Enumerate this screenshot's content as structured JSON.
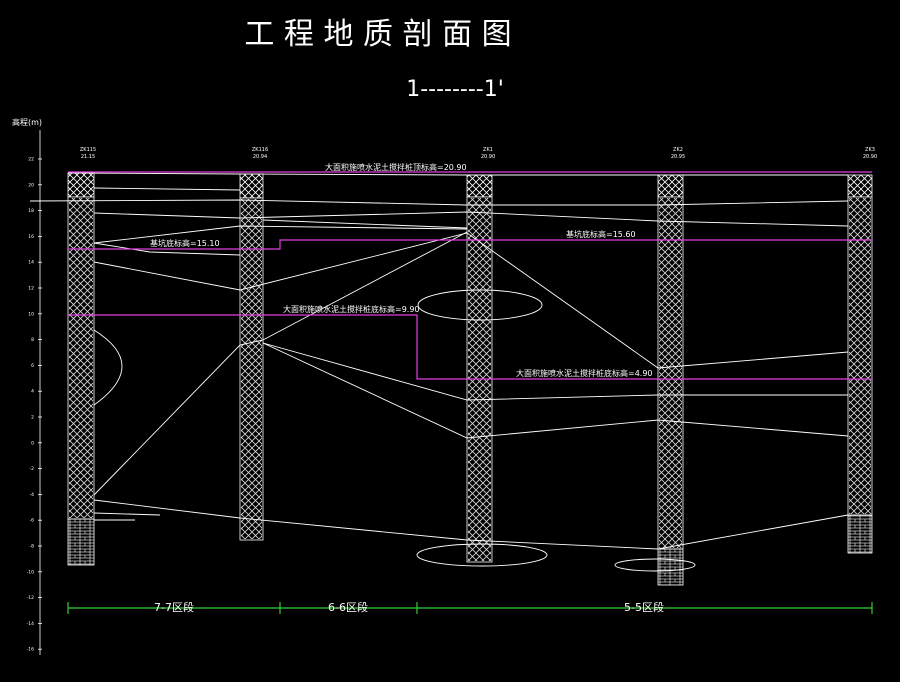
{
  "title": "工  程  地  质  剖  面  图",
  "section_label": "1--------1'",
  "axis_label": "高程(m)",
  "elevation_ticks": [
    "22",
    "20",
    "18",
    "16",
    "14",
    "12",
    "10",
    "8",
    "6",
    "4",
    "2",
    "0",
    "-2",
    "-4",
    "-6",
    "-8",
    "-10",
    "-12",
    "-14",
    "-16"
  ],
  "boreholes": [
    {
      "id": "ZK115",
      "elev": "21.15"
    },
    {
      "id": "ZK116",
      "elev": "20.94"
    },
    {
      "id": "ZK1",
      "elev": "20.90"
    },
    {
      "id": "ZK2",
      "elev": "20.95"
    },
    {
      "id": "ZK3",
      "elev": "20.90"
    }
  ],
  "annotations": {
    "top_elev": "大面积施喷水泥土搅拌桩顶标高=20.90",
    "base_left": "基坑底标高=15.10",
    "base_right": "基坑底标高=15.60",
    "pile_bottom_left": "大面积施喷水泥土搅拌桩底标高=9.90",
    "pile_bottom_right": "大面积施喷水泥土搅拌桩底标高=4.90"
  },
  "zones": [
    "7-7区段",
    "6-6区段",
    "5-5区段"
  ],
  "colors": {
    "line": "#ffffff",
    "accent": "#e040e0",
    "background": "#000000"
  }
}
